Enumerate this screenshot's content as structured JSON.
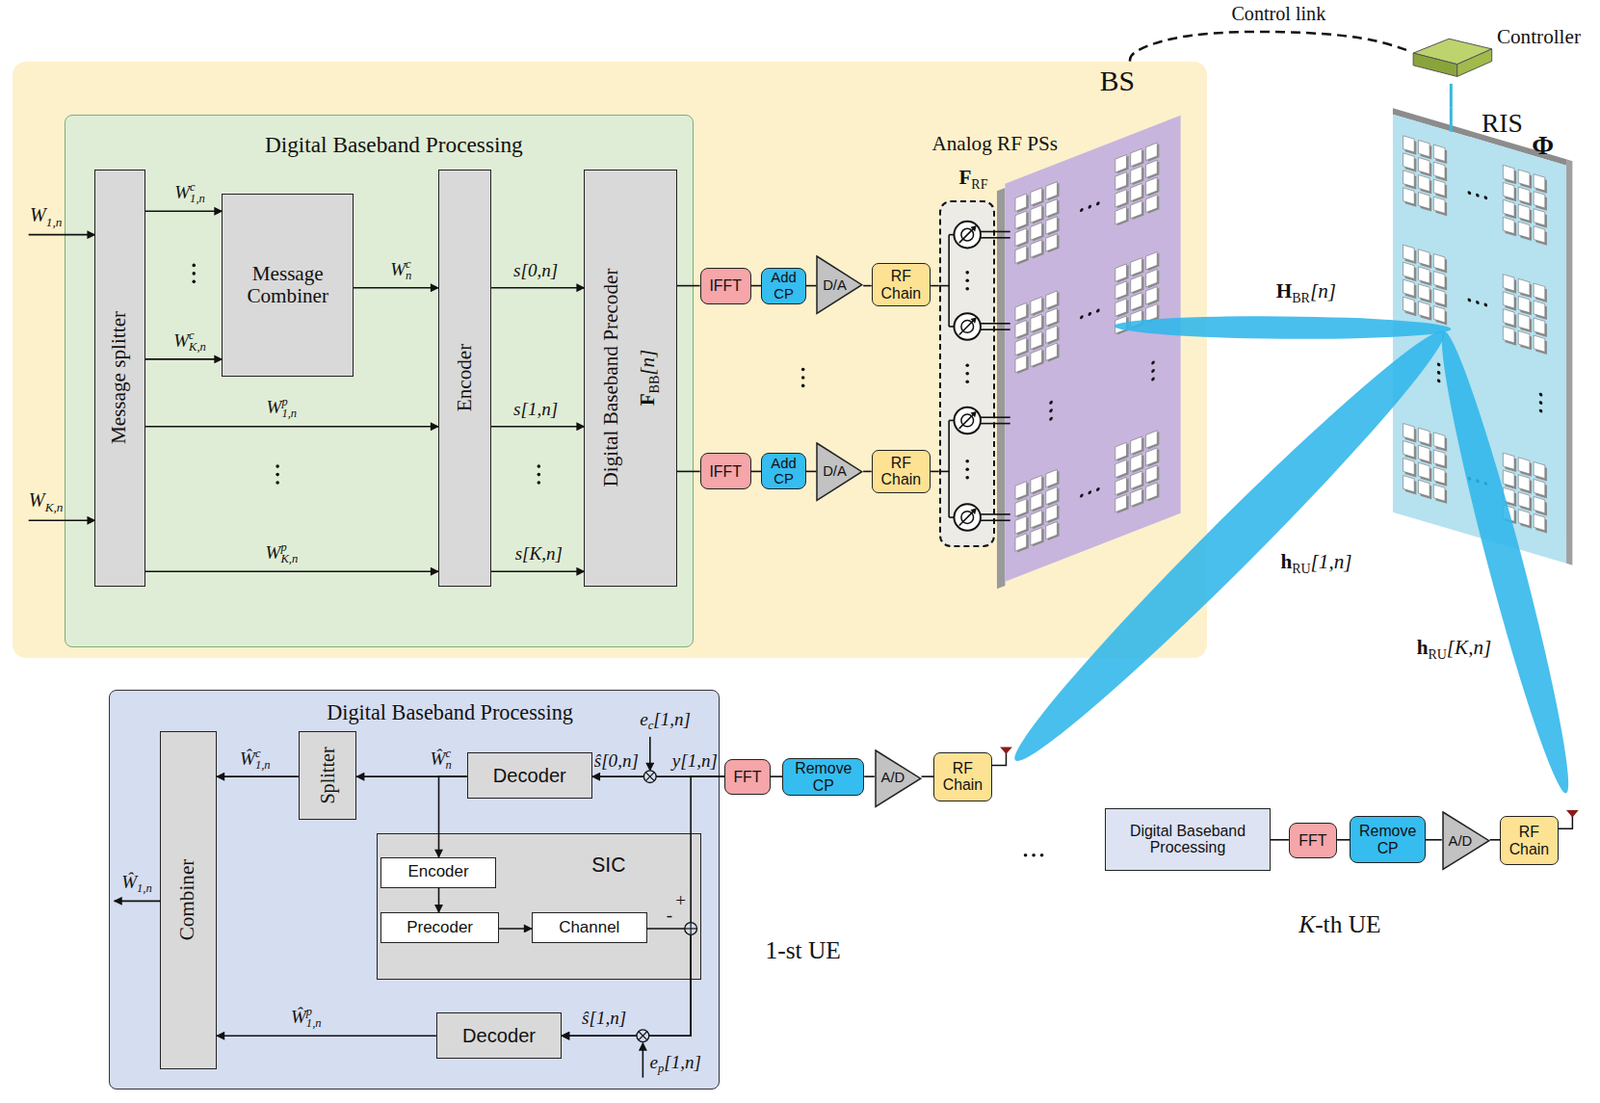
{
  "diagram": {
    "nodes": [
      {
        "text": [
          "BS"
        ]
      },
      {
        "text": [
          "Digital Baseband Processing"
        ],
        "in": 0
      },
      {
        "text": [
          "Message splitter"
        ],
        "in": 1
      },
      {
        "text": [
          "Message Combiner"
        ],
        "in": 1
      },
      {
        "text": [
          "Encoder"
        ],
        "in": 1
      },
      {
        "text": [
          "Digital Baseband Precoder",
          "FBB[n]"
        ],
        "in": 1
      },
      {
        "text": [
          "IFFT"
        ],
        "in": 0
      },
      {
        "text": [
          "Add CP"
        ],
        "in": 0
      },
      {
        "text": [
          "D/A"
        ],
        "in": 0
      },
      {
        "text": [
          "RF Chain"
        ],
        "in": 0
      },
      {
        "text": [
          "IFFT"
        ],
        "in": 0
      },
      {
        "text": [
          "Add CP"
        ],
        "in": 0
      },
      {
        "text": [
          "D/A"
        ],
        "in": 0
      },
      {
        "text": [
          "RF Chain"
        ],
        "in": 0
      },
      {
        "text": [
          "Analog RF PSs",
          "FRF"
        ],
        "in": 0
      },
      {
        "text": [
          "Controller"
        ]
      },
      {
        "text": [
          "RIS",
          "Φ"
        ]
      },
      {
        "text": [
          "Digital Baseband Processing"
        ]
      },
      {
        "text": [
          "Combiner"
        ],
        "in": 17
      },
      {
        "text": [
          "Splitter"
        ],
        "in": 17
      },
      {
        "text": [
          "Decoder"
        ],
        "in": 17
      },
      {
        "text": [
          "SIC"
        ],
        "in": 17
      },
      {
        "text": [
          "Encoder"
        ],
        "in": 21
      },
      {
        "text": [
          "Precoder"
        ],
        "in": 21
      },
      {
        "text": [
          "Channel"
        ],
        "in": 21
      },
      {
        "text": [
          "Decoder"
        ],
        "in": 17
      },
      {
        "text": [
          "FFT"
        ]
      },
      {
        "text": [
          "Remove CP"
        ]
      },
      {
        "text": [
          "A/D"
        ]
      },
      {
        "text": [
          "RF Chain"
        ]
      },
      {
        "text": [
          "Digital Baseband Processing"
        ]
      },
      {
        "text": [
          "FFT"
        ]
      },
      {
        "text": [
          "Remove CP"
        ]
      },
      {
        "text": [
          "A/D"
        ]
      },
      {
        "text": [
          "RF Chain"
        ]
      }
    ],
    "edges": [
      {
        "from": 2,
        "to": 3,
        "arrow": "to",
        "label": "Wc1,n"
      },
      {
        "from": 2,
        "to": 3,
        "arrow": "to",
        "label": "WcK,n"
      },
      {
        "from": 3,
        "to": 4,
        "arrow": "to",
        "label": "Wcn"
      },
      {
        "from": 2,
        "to": 4,
        "arrow": "to",
        "label": "Wp1,n"
      },
      {
        "from": 2,
        "to": 4,
        "arrow": "to",
        "label": "WpK,n"
      },
      {
        "from": 4,
        "to": 5,
        "arrow": "to",
        "label": "s[0,n]"
      },
      {
        "from": 4,
        "to": 5,
        "arrow": "to",
        "label": "s[1,n]"
      },
      {
        "from": 4,
        "to": 5,
        "arrow": "to",
        "label": "s[K,n]"
      },
      {
        "from": 5,
        "to": 6,
        "arrow": "none"
      },
      {
        "from": 6,
        "to": 7,
        "arrow": "none"
      },
      {
        "from": 7,
        "to": 8,
        "arrow": "none"
      },
      {
        "from": 8,
        "to": 9,
        "arrow": "none"
      },
      {
        "from": 9,
        "to": 14,
        "arrow": "none"
      },
      {
        "from": 5,
        "to": 10,
        "arrow": "none"
      },
      {
        "from": 10,
        "to": 11,
        "arrow": "none"
      },
      {
        "from": 11,
        "to": 12,
        "arrow": "none"
      },
      {
        "from": 12,
        "to": 13,
        "arrow": "none"
      },
      {
        "from": 13,
        "to": 14,
        "arrow": "none"
      },
      {
        "from": 0,
        "to": 15,
        "arrow": "none",
        "label": "Control link"
      },
      {
        "from": 15,
        "to": 16,
        "arrow": "none"
      },
      {
        "from": 29,
        "to": 28,
        "arrow": "none"
      },
      {
        "from": 28,
        "to": 27,
        "arrow": "none"
      },
      {
        "from": 27,
        "to": 26,
        "arrow": "none"
      },
      {
        "from": 26,
        "to": 20,
        "arrow": "to"
      },
      {
        "from": 26,
        "to": 25,
        "arrow": "to"
      },
      {
        "from": 20,
        "to": 19,
        "arrow": "to",
        "label": "Ŵcn"
      },
      {
        "from": 20,
        "to": 22,
        "arrow": "to"
      },
      {
        "from": 19,
        "to": 18,
        "arrow": "to",
        "label": "Ŵc1,n"
      },
      {
        "from": 22,
        "to": 23,
        "arrow": "to"
      },
      {
        "from": 23,
        "to": 24,
        "arrow": "to"
      },
      {
        "from": 24,
        "to": 25,
        "arrow": "to"
      },
      {
        "from": 25,
        "to": 18,
        "arrow": "to",
        "label": "Ŵp1,n"
      },
      {
        "from": 34,
        "to": 33,
        "arrow": "none"
      },
      {
        "from": 33,
        "to": 32,
        "arrow": "none"
      },
      {
        "from": 32,
        "to": 31,
        "arrow": "none"
      },
      {
        "from": 31,
        "to": 30,
        "arrow": "none"
      }
    ],
    "labels": [
      "W1,n",
      "WK,n",
      "HBR[n]",
      "hRU[1,n]",
      "hRU[K,n]",
      "Ŵ1,n",
      "ec[1,n]",
      "ŝ[0,n]",
      "y[1,n]",
      "+",
      "-",
      "ŝ[1,n]",
      "ep[1,n]",
      "1-st UE",
      "K-th UE"
    ]
  }
}
